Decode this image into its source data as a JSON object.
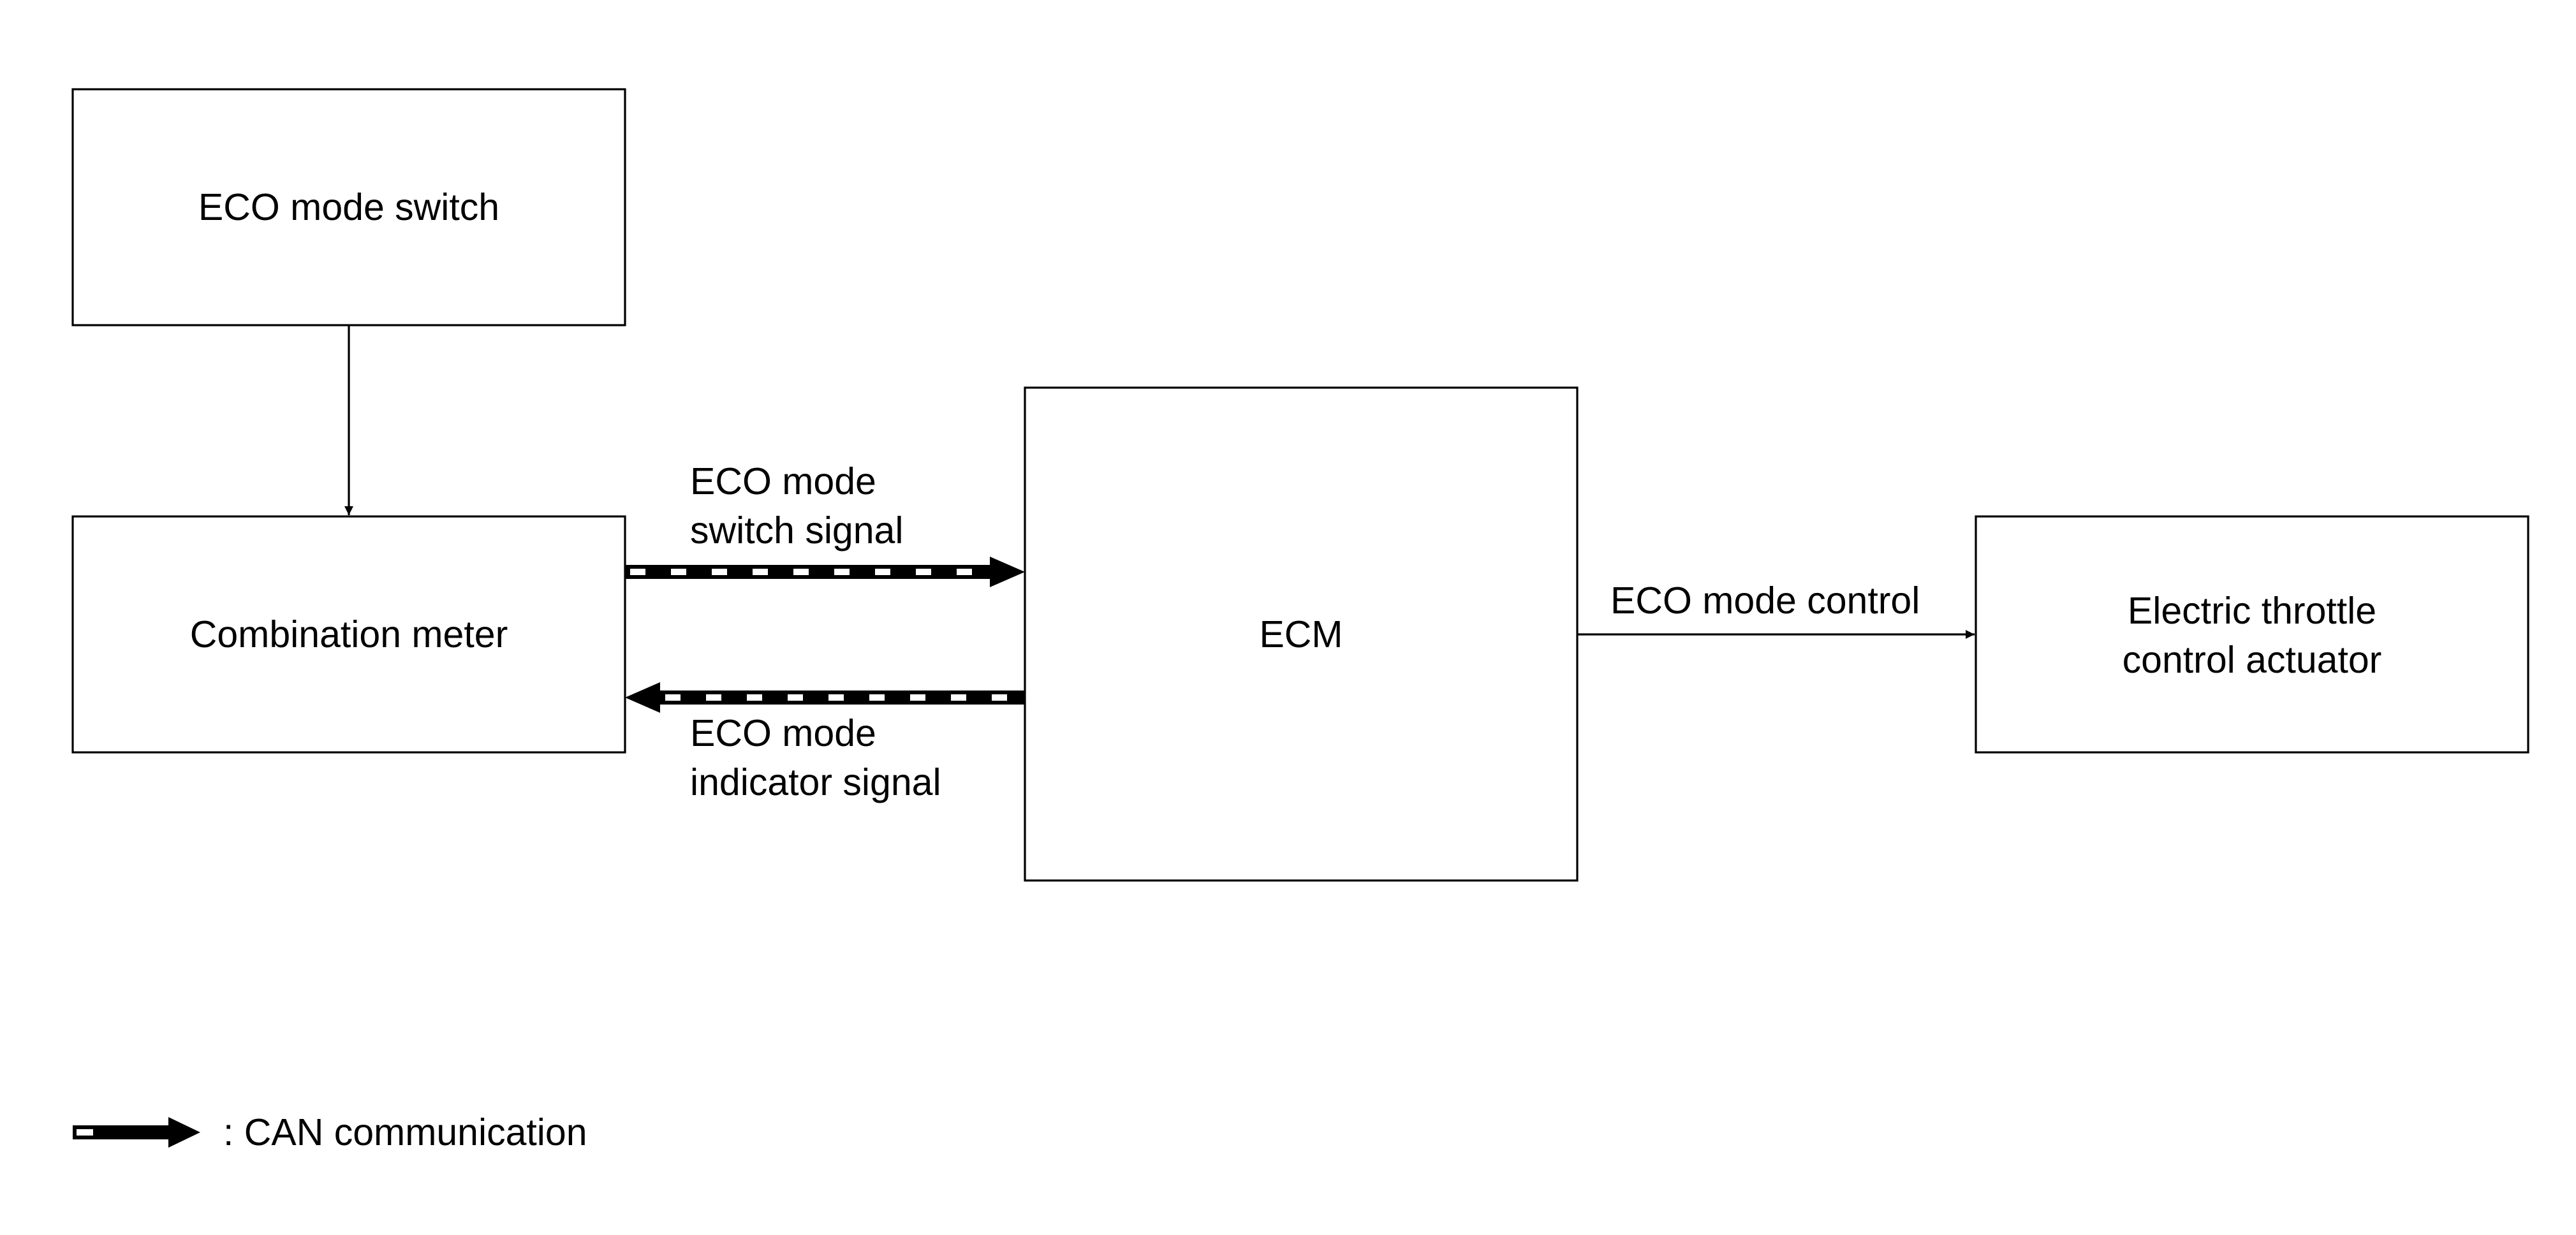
{
  "boxes": {
    "eco_mode_switch": {
      "label": "ECO mode switch"
    },
    "combination_meter": {
      "label": "Combination meter"
    },
    "ecm": {
      "label": "ECM"
    },
    "electric_throttle": {
      "lines": [
        "Electric throttle",
        "control actuator"
      ]
    }
  },
  "signals": {
    "switch_signal": {
      "lines": [
        "ECO mode",
        "switch signal"
      ]
    },
    "indicator_signal": {
      "lines": [
        "ECO mode",
        "indicator signal"
      ]
    },
    "mode_control": {
      "label": "ECO mode control"
    }
  },
  "legend": {
    "can_label": ": CAN communication"
  },
  "colors": {
    "line": "#000000",
    "background": "#ffffff"
  }
}
